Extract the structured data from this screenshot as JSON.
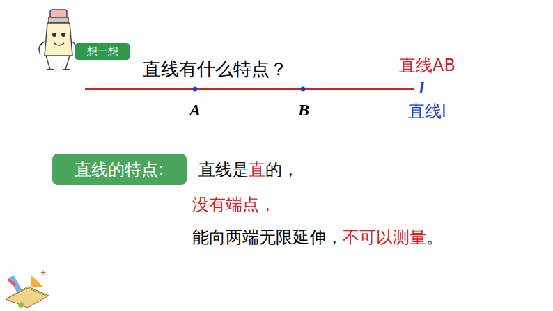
{
  "diagram": {
    "title": "直线有什么特点？",
    "nodes": [
      {
        "text": [
          "想一想"
        ]
      },
      {
        "text": [
          "直线的特点:"
        ]
      }
    ],
    "labels": [
      "A",
      "B",
      "直线AB",
      "l",
      "直线l",
      "直线是",
      "直",
      "的，",
      "没有端点，",
      "能向两端无限延伸，",
      "不可以测量",
      "。"
    ]
  }
}
